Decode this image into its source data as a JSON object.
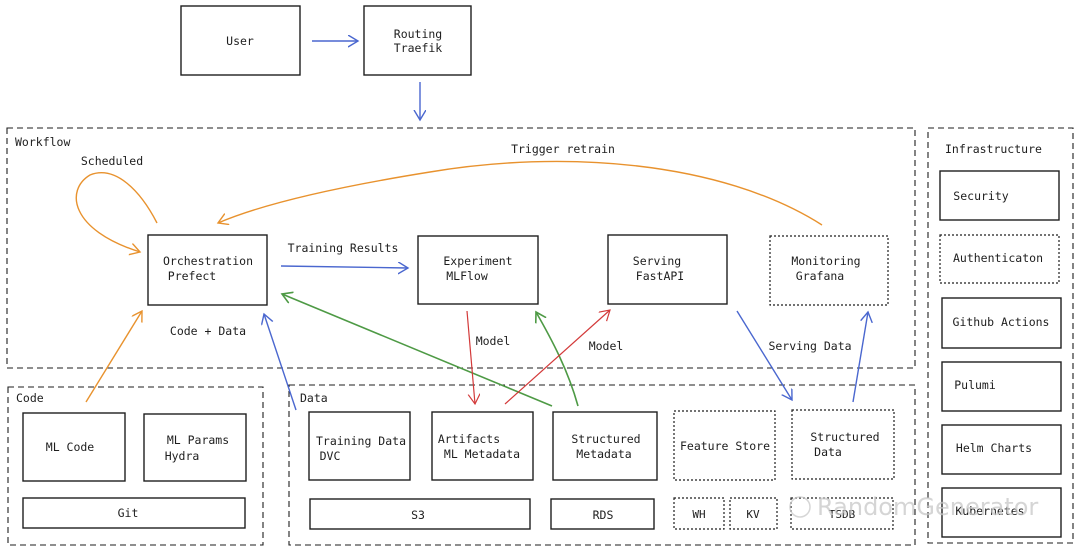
{
  "groups": {
    "workflow": "Workflow",
    "infrastructure": "Infrastructure",
    "code": "Code",
    "data": "Data"
  },
  "nodes": {
    "user": "User",
    "routing": [
      "Routing",
      "Traefik"
    ],
    "orchestration": [
      "Orchestration",
      "Prefect"
    ],
    "experiment": [
      "Experiment",
      "MLFlow"
    ],
    "serving": [
      "Serving",
      "FastAPI"
    ],
    "monitoring": [
      "Monitoring",
      "Grafana"
    ],
    "ml_code": "ML Code",
    "ml_params": [
      "ML Params",
      "Hydra"
    ],
    "git": "Git",
    "training_data": [
      "Training Data",
      "DVC"
    ],
    "artifacts": [
      "Artifacts",
      "ML Metadata"
    ],
    "structured_metadata": [
      "Structured",
      "Metadata"
    ],
    "feature_store": "Feature Store",
    "structured_data": [
      "Structured",
      "Data"
    ],
    "s3": "S3",
    "rds": "RDS",
    "wh": "WH",
    "kv": "KV",
    "tsdb": "TSDB",
    "security": "Security",
    "authentication": "Authenticaton",
    "github_actions": "Github Actions",
    "pulumi": "Pulumi",
    "helm_charts": "Helm Charts",
    "kubernetes": "Kubernetes"
  },
  "edge_labels": {
    "scheduled": "Scheduled",
    "trigger_retrain": "Trigger retrain",
    "training_results": "Training Results",
    "code_data": "Code + Data",
    "model_down": "Model",
    "model_up": "Model",
    "serving_data": "Serving Data"
  },
  "watermark": "RandomGenerator",
  "colors": {
    "blue": "#4a67cf",
    "orange": "#e8922e",
    "green": "#4e9a45",
    "red": "#d33a3a"
  }
}
